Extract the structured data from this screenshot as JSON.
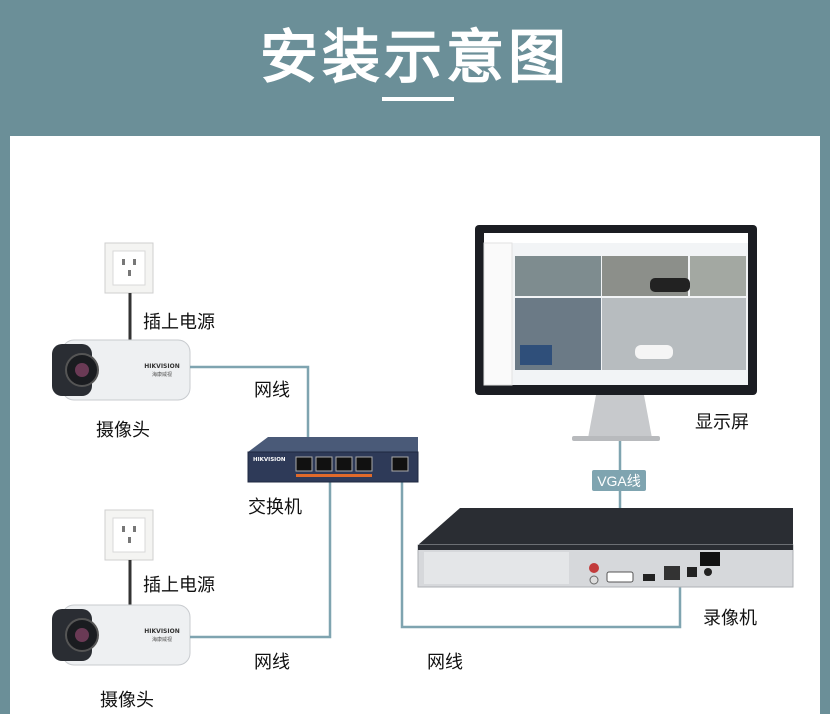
{
  "title": "安装示意图",
  "brand": "HIKVISION",
  "brand_cn": "海康威视",
  "labels": {
    "power_top": "插上电源",
    "camera_top": "摄像头",
    "cable_top": "网线",
    "switch": "交换机",
    "power_bottom": "插上电源",
    "camera_bottom": "摄像头",
    "cable_bottom": "网线",
    "cable_nvr": "网线",
    "monitor": "显示屏",
    "vga": "VGA线",
    "nvr": "录像机"
  },
  "colors": {
    "header": "#6b8f98",
    "line": "#7fa4b0",
    "vga_badge": "#7fa4b0",
    "device_dark": "#2a2d33"
  }
}
